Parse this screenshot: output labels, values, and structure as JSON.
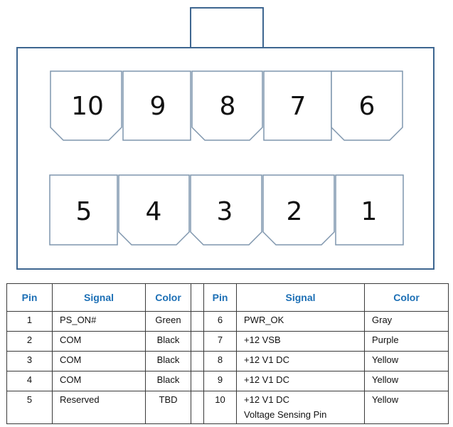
{
  "connector": {
    "top_row": [
      "10",
      "9",
      "8",
      "7",
      "6"
    ],
    "bottom_row": [
      "5",
      "4",
      "3",
      "2",
      "1"
    ]
  },
  "table": {
    "headers": {
      "pin": "Pin",
      "signal": "Signal",
      "color": "Color"
    },
    "rows": [
      {
        "left": {
          "pin": "1",
          "signal": "PS_ON#",
          "color": "Green"
        },
        "right": {
          "pin": "6",
          "signal": "PWR_OK",
          "color": "Gray"
        }
      },
      {
        "left": {
          "pin": "2",
          "signal": "COM",
          "color": "Black"
        },
        "right": {
          "pin": "7",
          "signal": "+12 VSB",
          "color": "Purple"
        }
      },
      {
        "left": {
          "pin": "3",
          "signal": "COM",
          "color": "Black"
        },
        "right": {
          "pin": "8",
          "signal": "+12 V1 DC",
          "color": "Yellow"
        }
      },
      {
        "left": {
          "pin": "4",
          "signal": "COM",
          "color": "Black"
        },
        "right": {
          "pin": "9",
          "signal": "+12 V1 DC",
          "color": "Yellow"
        }
      },
      {
        "left": {
          "pin": "5",
          "signal": "Reserved",
          "color": "TBD"
        },
        "right": {
          "pin": "10",
          "signal": "+12 V1 DC",
          "signal_line2": "Voltage Sensing Pin",
          "color": "Yellow"
        }
      }
    ]
  }
}
